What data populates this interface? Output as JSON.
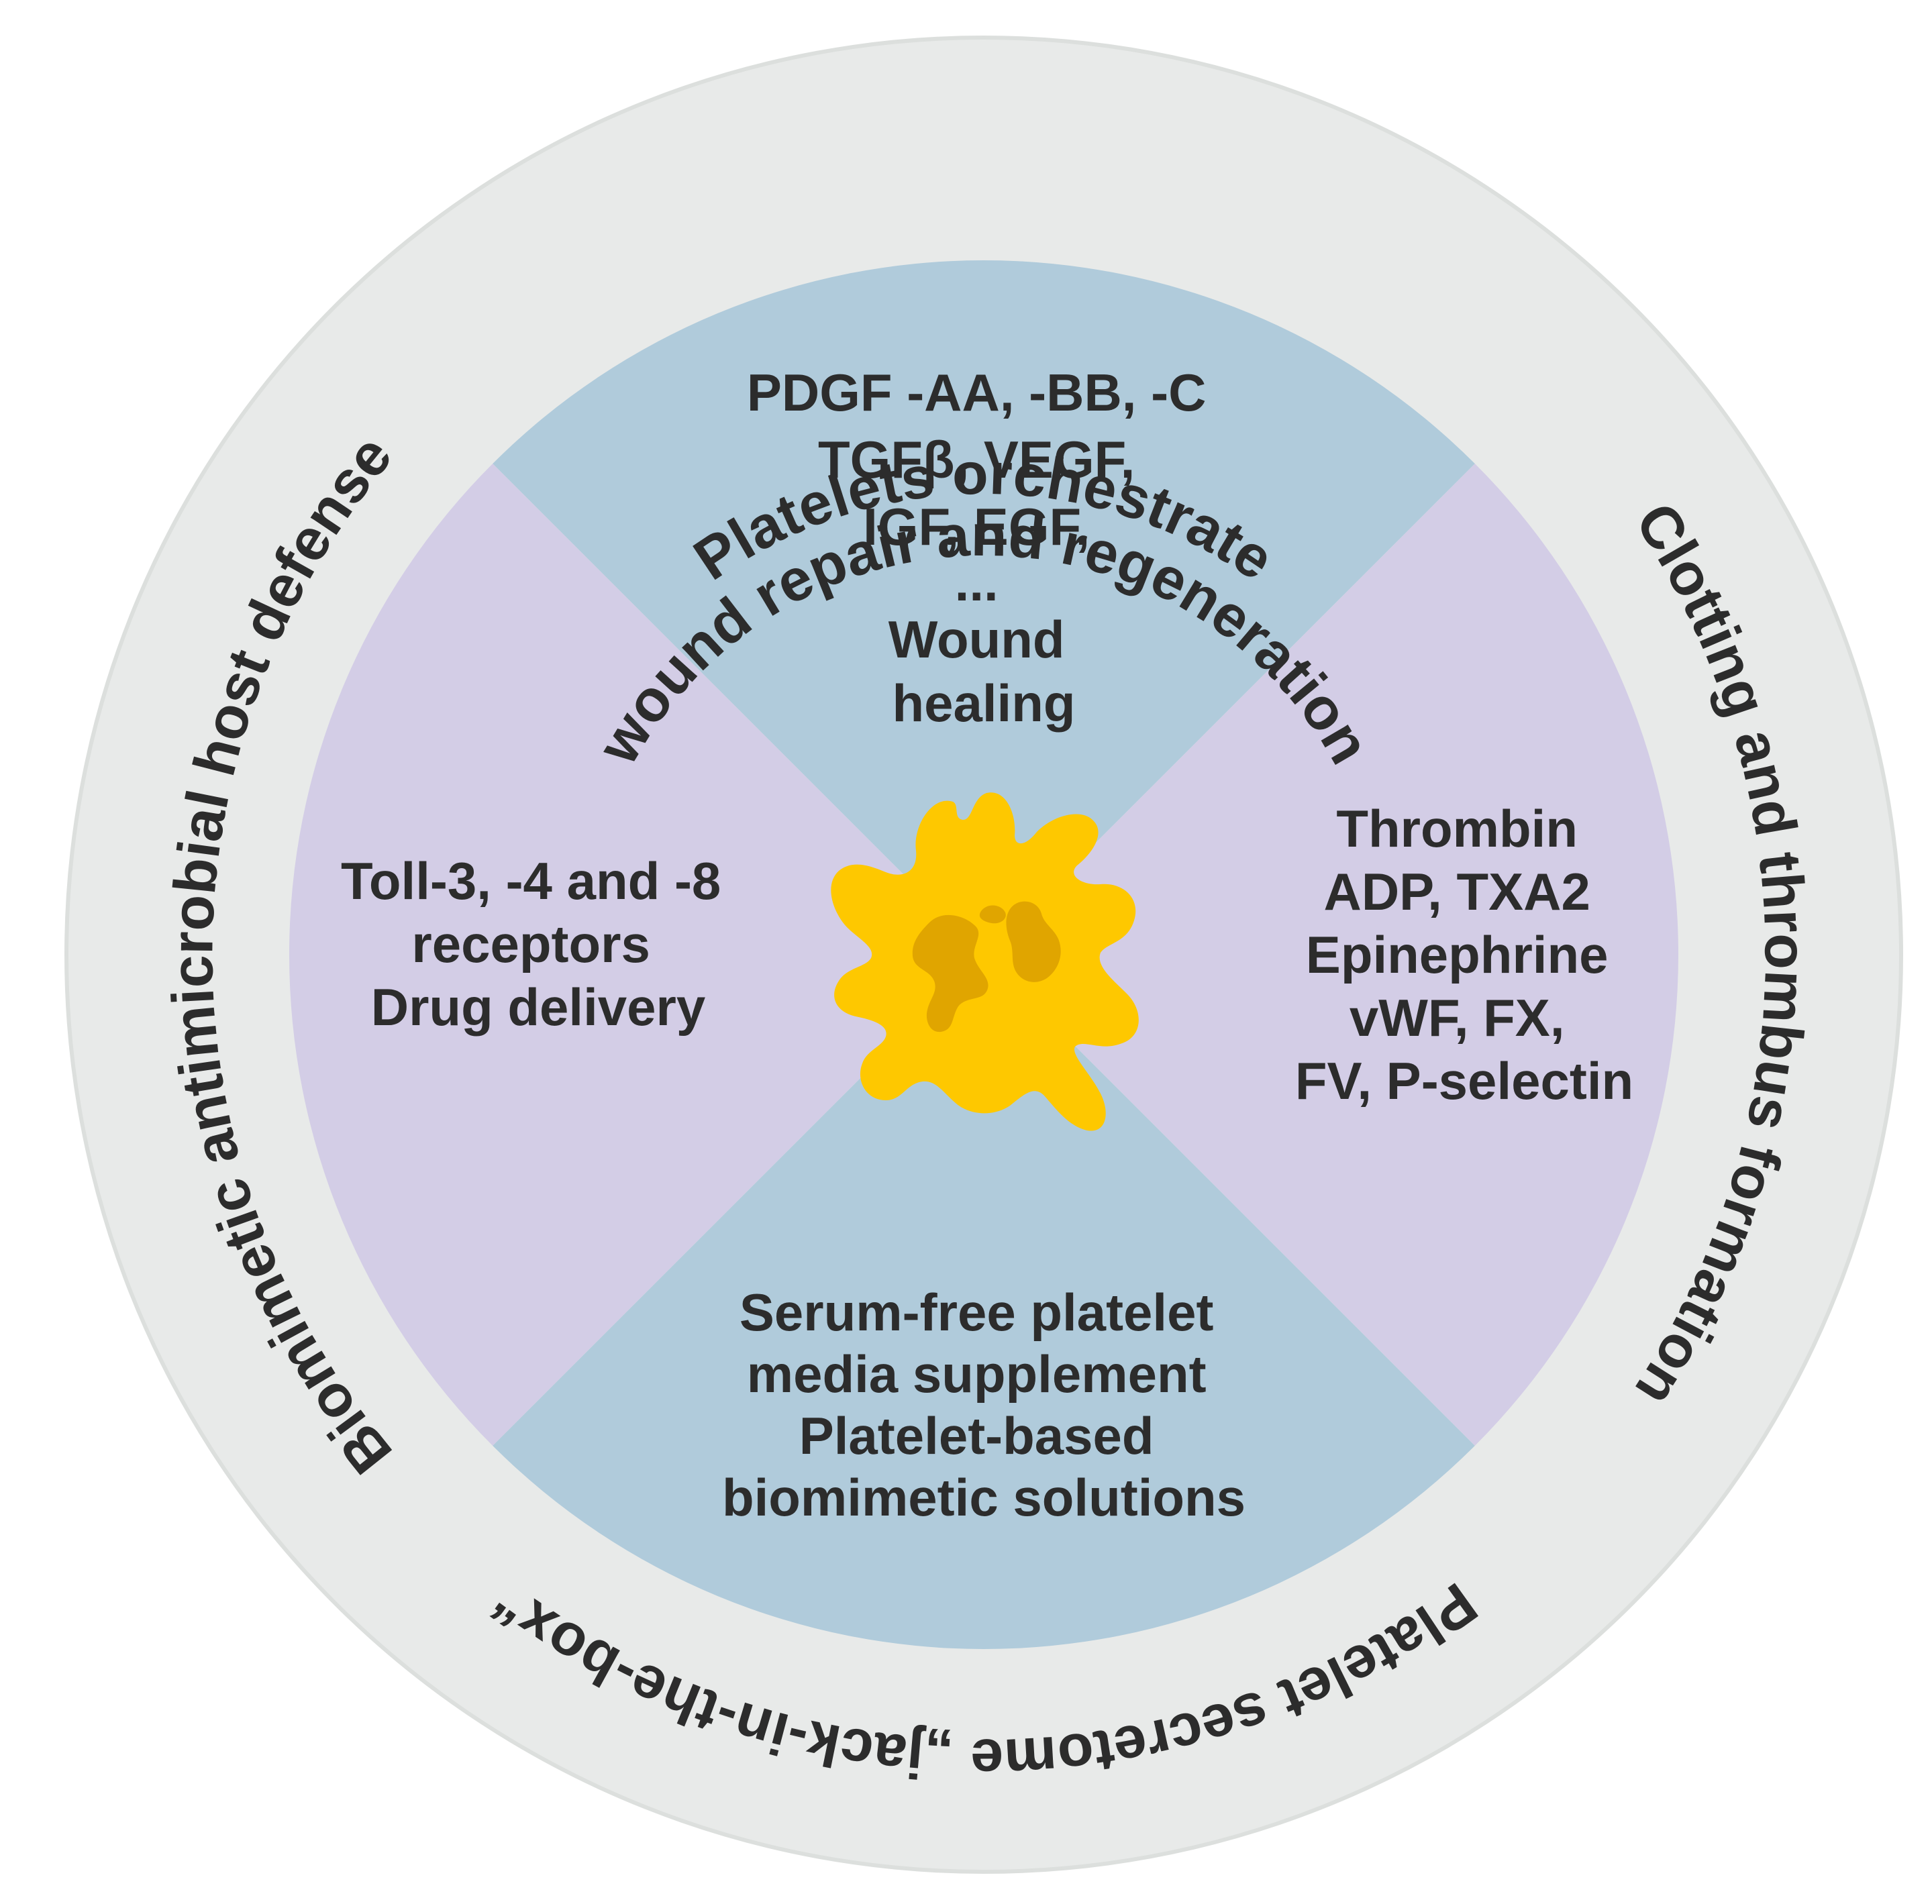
{
  "colors": {
    "outer_ring": "#e8eae9",
    "outer_ring_edge": "#dcdfdd",
    "blue_sector": "#b0cbdb",
    "purple_sector": "#d3cde6",
    "platelet_body": "#fec800",
    "platelet_granule": "#e0a500",
    "text": "#2c2c2c"
  },
  "ring": {
    "top_line1": "Platelets orchestrate",
    "top_line2": "wound repair and regeneration",
    "right": "Clotting and thrombus formation",
    "bottom": "Platelet secretome „jack-in-the-box“",
    "left": "Biomimetic antimicrobial host defense"
  },
  "sectors": {
    "top": [
      "PDGF -AA, -BB, -C",
      "TGFβ, VEGF,",
      "IGF, EGF,",
      "...",
      "Wound",
      "healing"
    ],
    "right": [
      "Thrombin",
      "ADP, TXA2",
      "Epinephrine",
      "vWF, FX,",
      "FV, P-selectin"
    ],
    "bottom": [
      "Serum-free platelet",
      "media supplement",
      "Platelet-based",
      "biomimetic solutions"
    ],
    "left": [
      "Toll-3, -4 and -8",
      "receptors",
      "Drug delivery"
    ]
  },
  "center": {
    "icon": "platelet-icon"
  }
}
